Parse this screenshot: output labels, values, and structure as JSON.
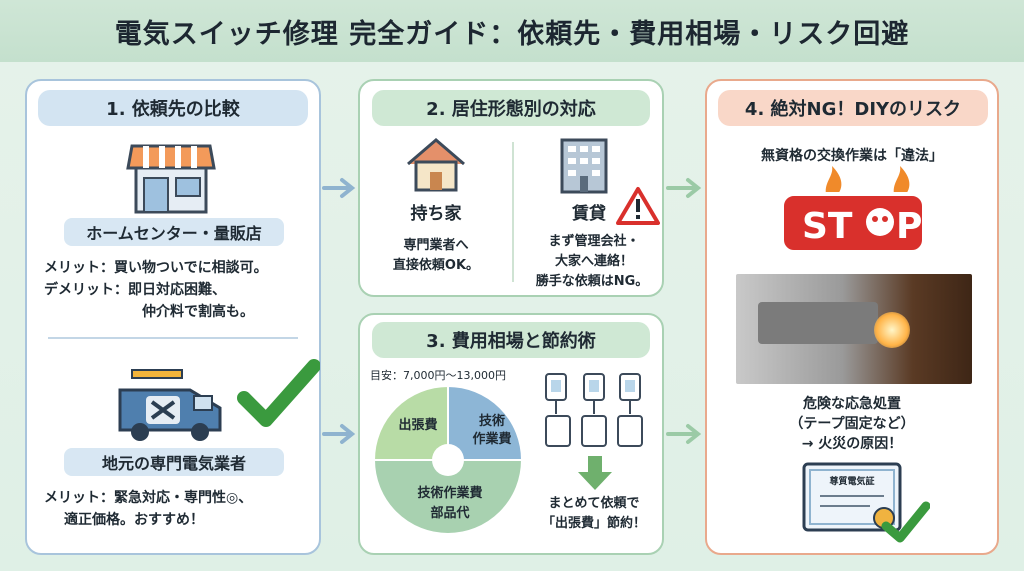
{
  "title": "電気スイッチ修理 完全ガイド：依頼先・費用相場・リスク回避",
  "section1": {
    "header": "1. 依頼先の比較",
    "store_label": "ホームセンター・量販店",
    "store_merit": "メリット：買い物ついでに相談可。",
    "store_demerit": "デメリット：即日対応困難、",
    "store_demerit2": "仲介料で割高も。",
    "local_label": "地元の専門電気業者",
    "local_merit": "メリット：緊急対応・専門性◎、",
    "local_merit2": "適正価格。おすすめ！"
  },
  "section2": {
    "header": "2. 居住形態別の対応",
    "own_label": "持ち家",
    "own_text1": "専門業者へ",
    "own_text2": "直接依頼OK。",
    "rent_label": "賃貸",
    "rent_text1": "まず管理会社・",
    "rent_text2": "大家へ連絡！",
    "rent_text3": "勝手な依頼はNG。"
  },
  "section3": {
    "header": "3. 費用相場と節約術",
    "estimate": "目安：7,000円〜13,000円",
    "pie_label_a": "出張費",
    "pie_label_b1": "技術",
    "pie_label_b2": "作業費",
    "pie_label_c1": "技術作業費",
    "pie_label_c2": "部品代",
    "tip1": "まとめて依頼で",
    "tip2": "「出張費」節約！"
  },
  "section4": {
    "header": "4. 絶対NG！DIYのリスク",
    "illegal": "無資格の交換作業は「違法」",
    "stop_text": "ST P",
    "danger1": "危険な応急処置",
    "danger2": "（テープ固定など）",
    "danger3": "→ 火災の原因！",
    "cert_text": "尊質電気証"
  },
  "chart_data": {
    "type": "pie",
    "title": "目安：7,000円〜13,000円",
    "slices": [
      {
        "label": "出張費",
        "value": 25
      },
      {
        "label": "技術作業費",
        "value": 25
      },
      {
        "label": "技術作業費 部品代",
        "value": 50
      }
    ]
  },
  "colors": {
    "panel1_border": "#a8c4dc",
    "panel4_border": "#e9a98c",
    "green_check": "#3a9a3e",
    "stop_red": "#d9302c",
    "pie_blue": "#8db6d6",
    "pie_green": "#b8dca6",
    "pie_light": "#a8d1b0"
  }
}
